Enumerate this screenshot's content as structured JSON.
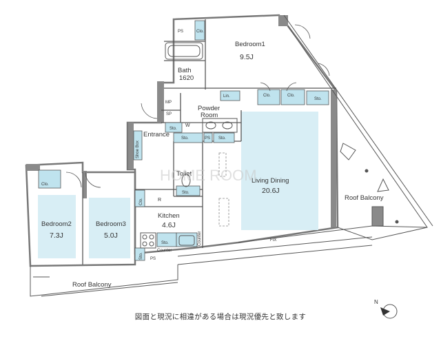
{
  "rooms": {
    "bedroom1": {
      "name": "Bedroom1",
      "area": "9.5J"
    },
    "bath": {
      "name": "Bath",
      "size": "1620"
    },
    "powder_room": {
      "line1": "Powder",
      "line2": "Room"
    },
    "living_dining": {
      "name": "Living Dining",
      "area": "20.6J"
    },
    "toilet": {
      "name": "Toilet"
    },
    "entrance": {
      "name": "Entrance"
    },
    "bedroom2": {
      "name": "Bedroom2",
      "area": "7.3J"
    },
    "bedroom3": {
      "name": "Bedroom3",
      "area": "5.0J"
    },
    "kitchen": {
      "name": "Kitchen",
      "area": "4.6J"
    }
  },
  "balconies": {
    "roof_balcony_right": "Roof Balcony",
    "roof_balcony_bottom": "Roof Balcony"
  },
  "fixtures": {
    "ps": "PS",
    "clo": "Clo.",
    "sto": "Sto.",
    "lin": "Lin.",
    "mp": "MP",
    "sp": "SP",
    "w": "W",
    "r": "R",
    "shoe_box": "Shoe Box",
    "counter": "Counter"
  },
  "markings": {
    "bottom_right": "FIX"
  },
  "note": "図面と現況に相違がある場合は現況優先と致します",
  "compass": {
    "label": "N"
  },
  "watermark": "HOME ROOM",
  "colors": {
    "fixture_fill": "#bfe3ee",
    "room_fill": "#d8eef5",
    "wall": "#8a8a8a",
    "line": "#444444"
  }
}
